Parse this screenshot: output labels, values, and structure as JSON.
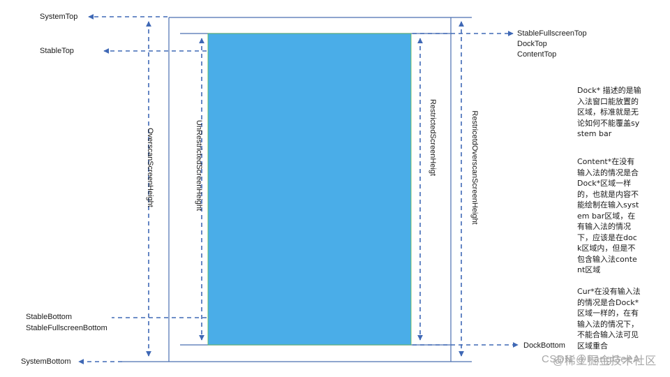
{
  "colors": {
    "line": "#4a6fb0",
    "dash": "#3f68b5",
    "screen_fill": "#4aade8",
    "text": "#1a1a1a",
    "watermark": "#a8a8a8"
  },
  "left_labels": {
    "system_top": "SystemTop",
    "stable_top": "StableTop",
    "stable_bottom": "StableBottom",
    "stable_fullscreen_bottom": "StableFullscreenBottom",
    "system_bottom": "SystemBottom"
  },
  "right_labels": {
    "stable_fullscreen_top": "StableFullscreenTop",
    "dock_top": "DockTop",
    "content_top": "ContentTop",
    "dock_bottom": "DockBottom"
  },
  "vertical_labels": {
    "overscan_screen_height": "OverscanScreenHeight",
    "unrestricted_screen_height": "UnRestrictedScreenHeight",
    "restricted_screen_height": "RestrictedScreenHeigt",
    "restricted_overscan_screen_height": "RestricetdOverscanScreenHeight"
  },
  "notes": {
    "dock": "Dock* 描述的是输入法窗口能放置的区域，标准就是无论如何不能覆盖system bar",
    "content": "Content*在没有输入法的情况是合Dock*区域一样的，也就是内容不能绘制在输入system bar区域，在有输入法的情况下，应该是在dock区域内，但是不包含输入法content区域",
    "cur": "Cur*在没有输入法的情况是合Dock*区域一样的，在有输入法的情况下，不能合输入法可见区域重合"
  },
  "watermark": "@稀土掘金技术社区",
  "watermark2": "CSDN @FangGeeA"
}
